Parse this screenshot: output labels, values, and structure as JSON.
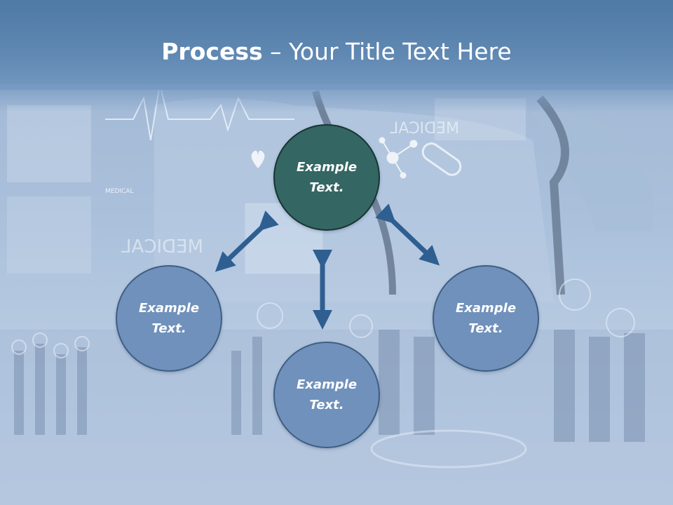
{
  "title": {
    "bold": "Process",
    "rest": " – Your Title Text Here"
  },
  "nodes": [
    {
      "id": "top",
      "line1": "Example",
      "line2": "Text."
    },
    {
      "id": "left",
      "line1": "Example",
      "line2": "Text."
    },
    {
      "id": "bottom",
      "line1": "Example",
      "line2": "Text."
    },
    {
      "id": "right",
      "line1": "Example",
      "line2": "Text."
    }
  ],
  "background_text": {
    "medical_1": "MEDICAL",
    "medical_2": "MEDICAL",
    "medical_3": "MEDICAL"
  },
  "colors": {
    "header": "#5a84ae",
    "center_node": "#346663",
    "side_node": "#6f91bb",
    "arrow": "#2f5f91"
  }
}
